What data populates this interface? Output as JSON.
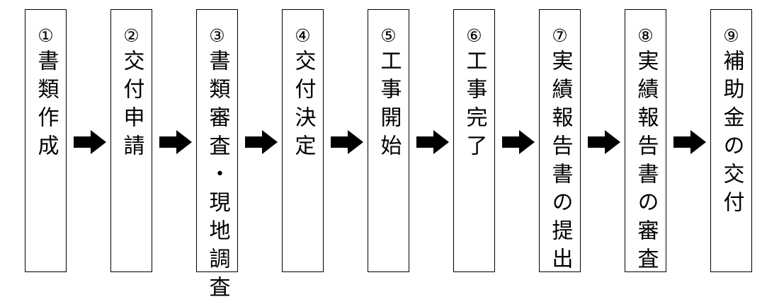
{
  "steps": [
    {
      "number": "①",
      "label": "書類作成"
    },
    {
      "number": "②",
      "label": "交付申請"
    },
    {
      "number": "③",
      "label": "書類審査・現地調査"
    },
    {
      "number": "④",
      "label": "交付決定"
    },
    {
      "number": "⑤",
      "label": "工事開始"
    },
    {
      "number": "⑥",
      "label": "工事完了"
    },
    {
      "number": "⑦",
      "label": "実績報告書の提出"
    },
    {
      "number": "⑧",
      "label": "実績報告書の審査"
    },
    {
      "number": "⑨",
      "label": "補助金の交付"
    }
  ],
  "colors": {
    "border": "#000000",
    "arrow": "#000000",
    "background": "#ffffff"
  },
  "icons": {
    "connector": "right-arrow-icon"
  }
}
